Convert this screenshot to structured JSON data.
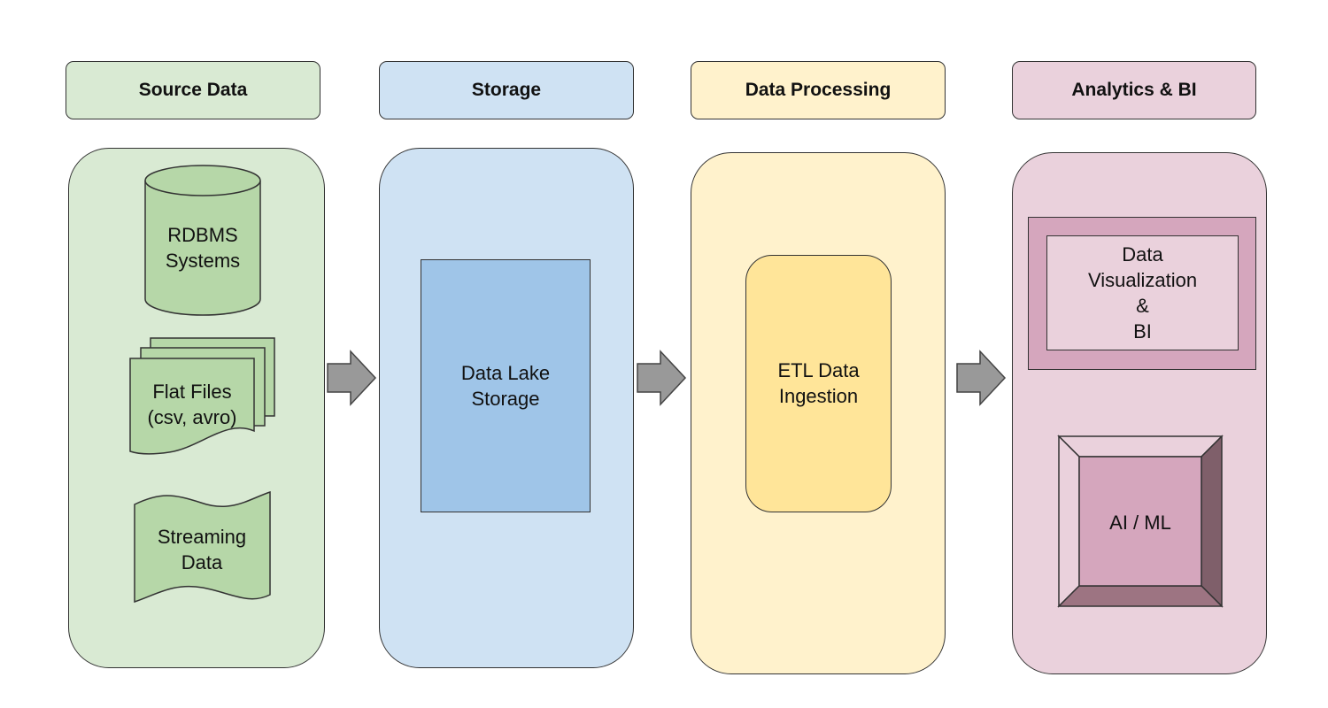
{
  "stages": [
    {
      "title": "Source Data",
      "color": "#d9ead3"
    },
    {
      "title": "Storage",
      "color": "#cfe2f3"
    },
    {
      "title": "Data Processing",
      "color": "#fff2cc"
    },
    {
      "title": "Analytics & BI",
      "color": "#ead1dc"
    }
  ],
  "source": {
    "rdbms": "RDBMS\nSystems",
    "flat_files": "Flat Files\n(csv, avro)",
    "streaming": "Streaming\nData"
  },
  "storage": {
    "data_lake": "Data Lake\nStorage"
  },
  "processing": {
    "etl": "ETL Data\nIngestion"
  },
  "analytics": {
    "visualization": "Data\nVisualization\n&\nBI",
    "ai_ml": "AI / ML"
  },
  "colors": {
    "shape_green": "#b6d7a8",
    "lake_blue": "#9fc5e8",
    "etl_yellow": "#ffe599",
    "viz_pink": "#d5a6bd",
    "arrow_gray": "#999999"
  }
}
